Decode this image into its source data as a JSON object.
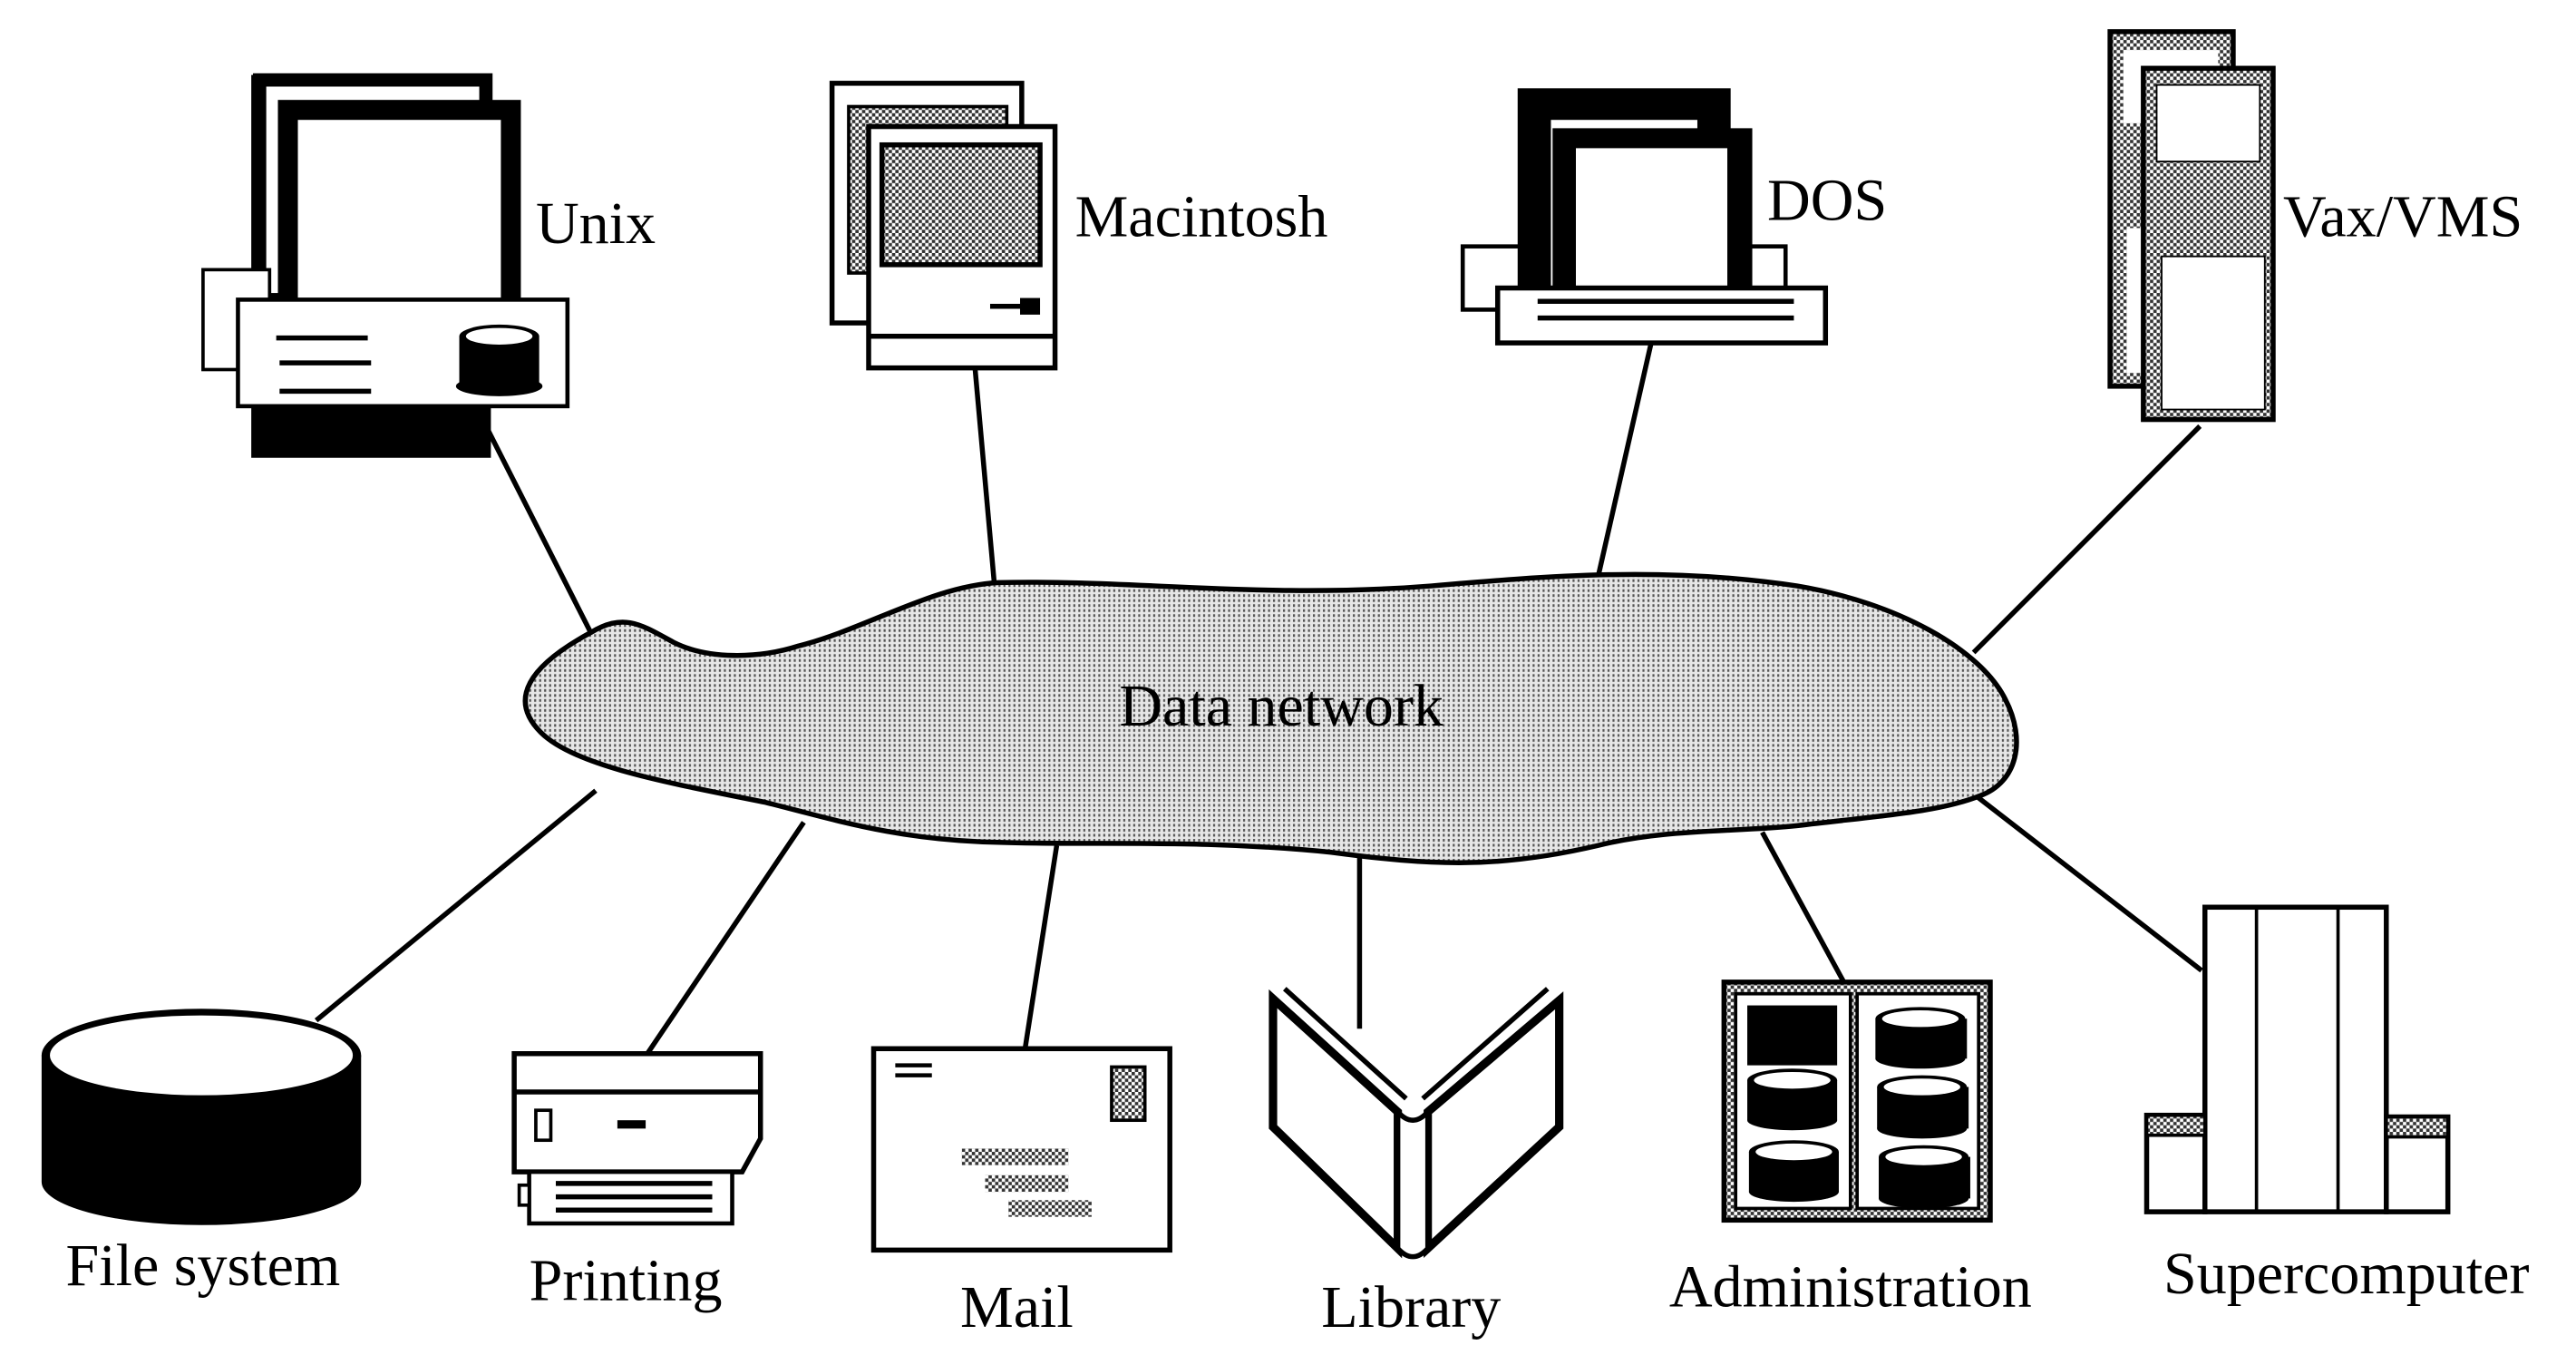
{
  "diagram": {
    "center": {
      "label": "Data network",
      "fill": "#c8c8c8"
    },
    "top_nodes": [
      {
        "id": "unix",
        "label": "Unix",
        "icon": "workstation-icon"
      },
      {
        "id": "macintosh",
        "label": "Macintosh",
        "icon": "macintosh-icon"
      },
      {
        "id": "dos",
        "label": "DOS",
        "icon": "pc-icon"
      },
      {
        "id": "vax",
        "label": "Vax/VMS",
        "icon": "minicomputer-icon"
      }
    ],
    "bottom_nodes": [
      {
        "id": "filesystem",
        "label": "File system",
        "icon": "disk-cylinder-icon"
      },
      {
        "id": "printing",
        "label": "Printing",
        "icon": "printer-icon"
      },
      {
        "id": "mail",
        "label": "Mail",
        "icon": "envelope-icon"
      },
      {
        "id": "library",
        "label": "Library",
        "icon": "book-icon"
      },
      {
        "id": "administration",
        "label": "Administration",
        "icon": "disk-cabinet-icon"
      },
      {
        "id": "supercomputer",
        "label": "Supercomputer",
        "icon": "supercomputer-icon"
      }
    ],
    "connections": [
      [
        "unix",
        "data-network"
      ],
      [
        "macintosh",
        "data-network"
      ],
      [
        "dos",
        "data-network"
      ],
      [
        "vax",
        "data-network"
      ],
      [
        "filesystem",
        "data-network"
      ],
      [
        "printing",
        "data-network"
      ],
      [
        "mail",
        "data-network"
      ],
      [
        "library",
        "data-network"
      ],
      [
        "administration",
        "data-network"
      ],
      [
        "supercomputer",
        "data-network"
      ]
    ]
  }
}
